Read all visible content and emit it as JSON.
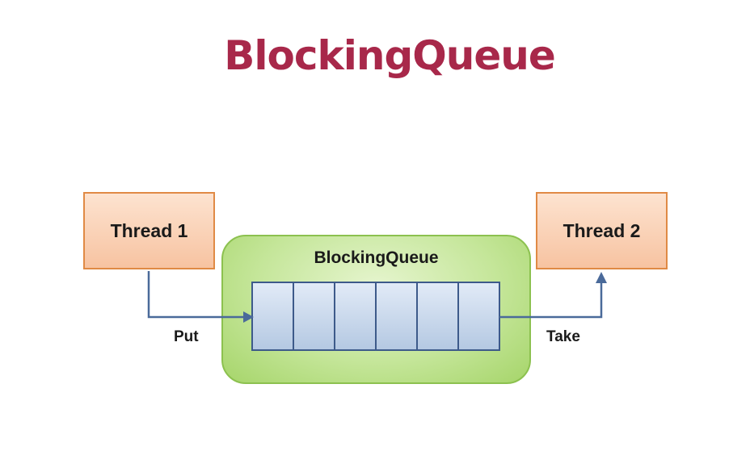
{
  "title": "BlockingQueue",
  "threads": {
    "producer": "Thread 1",
    "consumer": "Thread 2"
  },
  "queue": {
    "label": "BlockingQueue",
    "slot_count": 6
  },
  "flows": {
    "put": "Put",
    "take": "Take"
  },
  "colors": {
    "title": "#a8284a",
    "thread_border": "#e08a45",
    "thread_fill": "#f7c3a1",
    "queue_border": "#8cc14f",
    "queue_fill": "#c5e69a",
    "slot_border": "#3d5a8a",
    "slot_fill": "#c9d8ec",
    "arrow": "#4a6a9a"
  }
}
